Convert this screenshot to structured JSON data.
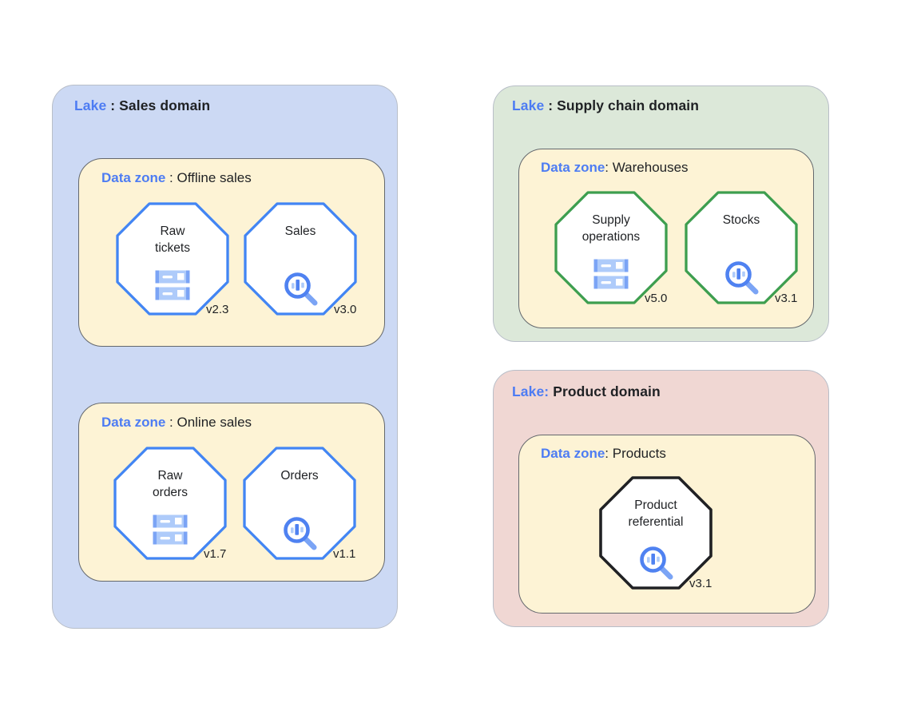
{
  "colors": {
    "accent_blue": "#4d7cf3",
    "text_dark": "#1f2124",
    "lake_sales_bg": "#ccd9f4",
    "lake_supply_bg": "#dce8d9",
    "lake_product_bg": "#f0d7d3",
    "lake_border": "#b8bec8",
    "zone_bg": "#fdf3d5",
    "zone_border": "#64686d",
    "oct_blue": "#4285f4",
    "oct_green": "#3d9e4f",
    "oct_black": "#202124",
    "icon_blue": "#4f82f1",
    "icon_blue_mid": "#7ba4f5",
    "icon_blue_light": "#aecbfa"
  },
  "lakes": [
    {
      "title": {
        "prefix": "Lake",
        "sep": " : ",
        "name": "Sales domain"
      },
      "zones": [
        {
          "title": {
            "prefix": "Data zone",
            "sep": " : ",
            "name": "Offline sales"
          },
          "assets": [
            {
              "label": "Raw\ntickets",
              "icon": "storage-icon",
              "version": "v2.3"
            },
            {
              "label": "Sales",
              "icon": "search-analytics-icon",
              "version": "v3.0"
            }
          ]
        },
        {
          "title": {
            "prefix": "Data zone",
            "sep": " : ",
            "name": "Online sales"
          },
          "assets": [
            {
              "label": "Raw\norders",
              "icon": "storage-icon",
              "version": "v1.7"
            },
            {
              "label": "Orders",
              "icon": "search-analytics-icon",
              "version": "v1.1"
            }
          ]
        }
      ]
    },
    {
      "title": {
        "prefix": "Lake",
        "sep": " : ",
        "name": "Supply chain domain"
      },
      "zones": [
        {
          "title": {
            "prefix": "Data zone",
            "sep": ": ",
            "name": "Warehouses"
          },
          "assets": [
            {
              "label": "Supply\noperations",
              "icon": "storage-icon",
              "version": "v5.0"
            },
            {
              "label": "Stocks",
              "icon": "search-analytics-icon",
              "version": "v3.1"
            }
          ]
        }
      ]
    },
    {
      "title": {
        "prefix": "Lake:",
        "sep": " ",
        "name": "Product domain"
      },
      "zones": [
        {
          "title": {
            "prefix": "Data zone",
            "sep": ": ",
            "name": "Products"
          },
          "assets": [
            {
              "label": "Product\nreferential",
              "icon": "search-analytics-icon",
              "version": "v3.1"
            }
          ]
        }
      ]
    }
  ]
}
